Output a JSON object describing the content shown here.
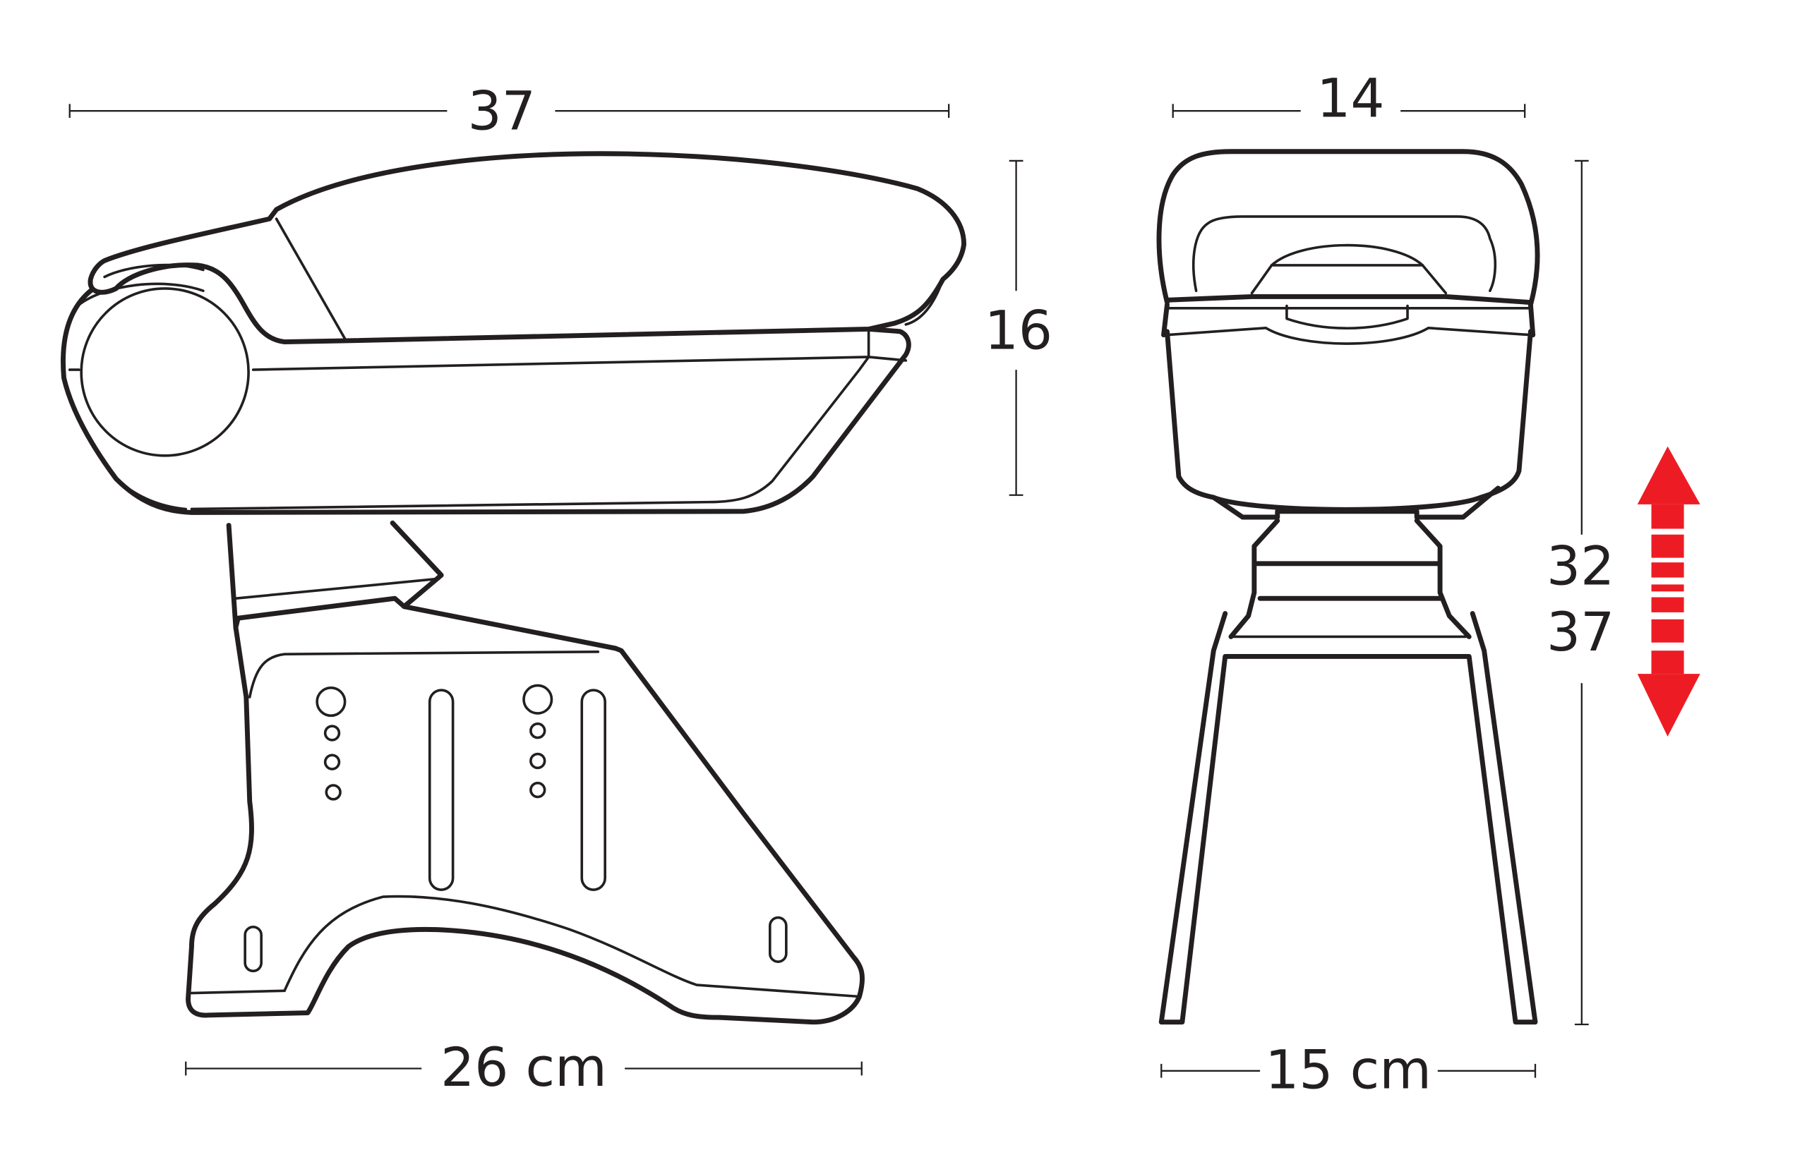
{
  "diagram": {
    "subject": "car armrest dimension drawing",
    "units": "cm",
    "side_view": {
      "length_label": "37",
      "height_label": "16",
      "base_length_label": "26 cm"
    },
    "front_view": {
      "width_label": "14",
      "base_width_label": "15 cm",
      "adjustable_height_labels": [
        "32",
        "37"
      ]
    },
    "adjust_arrow": {
      "icon": "up-down-arrow-icon",
      "color": "#ed1c24"
    },
    "line_color": "#231f20",
    "background": "#ffffff"
  }
}
